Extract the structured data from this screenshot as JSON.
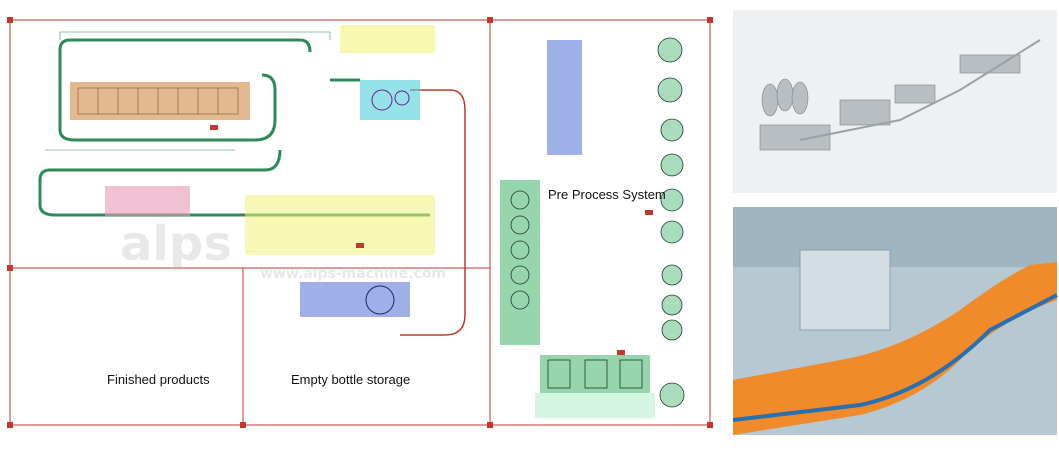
{
  "layout": {
    "areas": {
      "pre_process": "Pre Process System",
      "finished_products": "Finished products",
      "empty_bottle_storage": "Empty bottle storage"
    },
    "watermark": {
      "brand": "alps",
      "url": "www.alps-machine.com"
    }
  },
  "photos": [
    {
      "name": "production-line-3d-render"
    },
    {
      "name": "bottle-conveyor-photo"
    }
  ],
  "colors": {
    "frame_red": "#c0392b",
    "conveyor_green": "#2e8b57",
    "highlight_orange": "#d9a36b",
    "highlight_cyan": "#4fd0d8",
    "highlight_green": "#3fb26a",
    "highlight_pink": "#e89ab7",
    "highlight_blue": "#5f79d8",
    "highlight_yellow": "#f3f27a",
    "bottle_orange": "#f08a2a"
  }
}
